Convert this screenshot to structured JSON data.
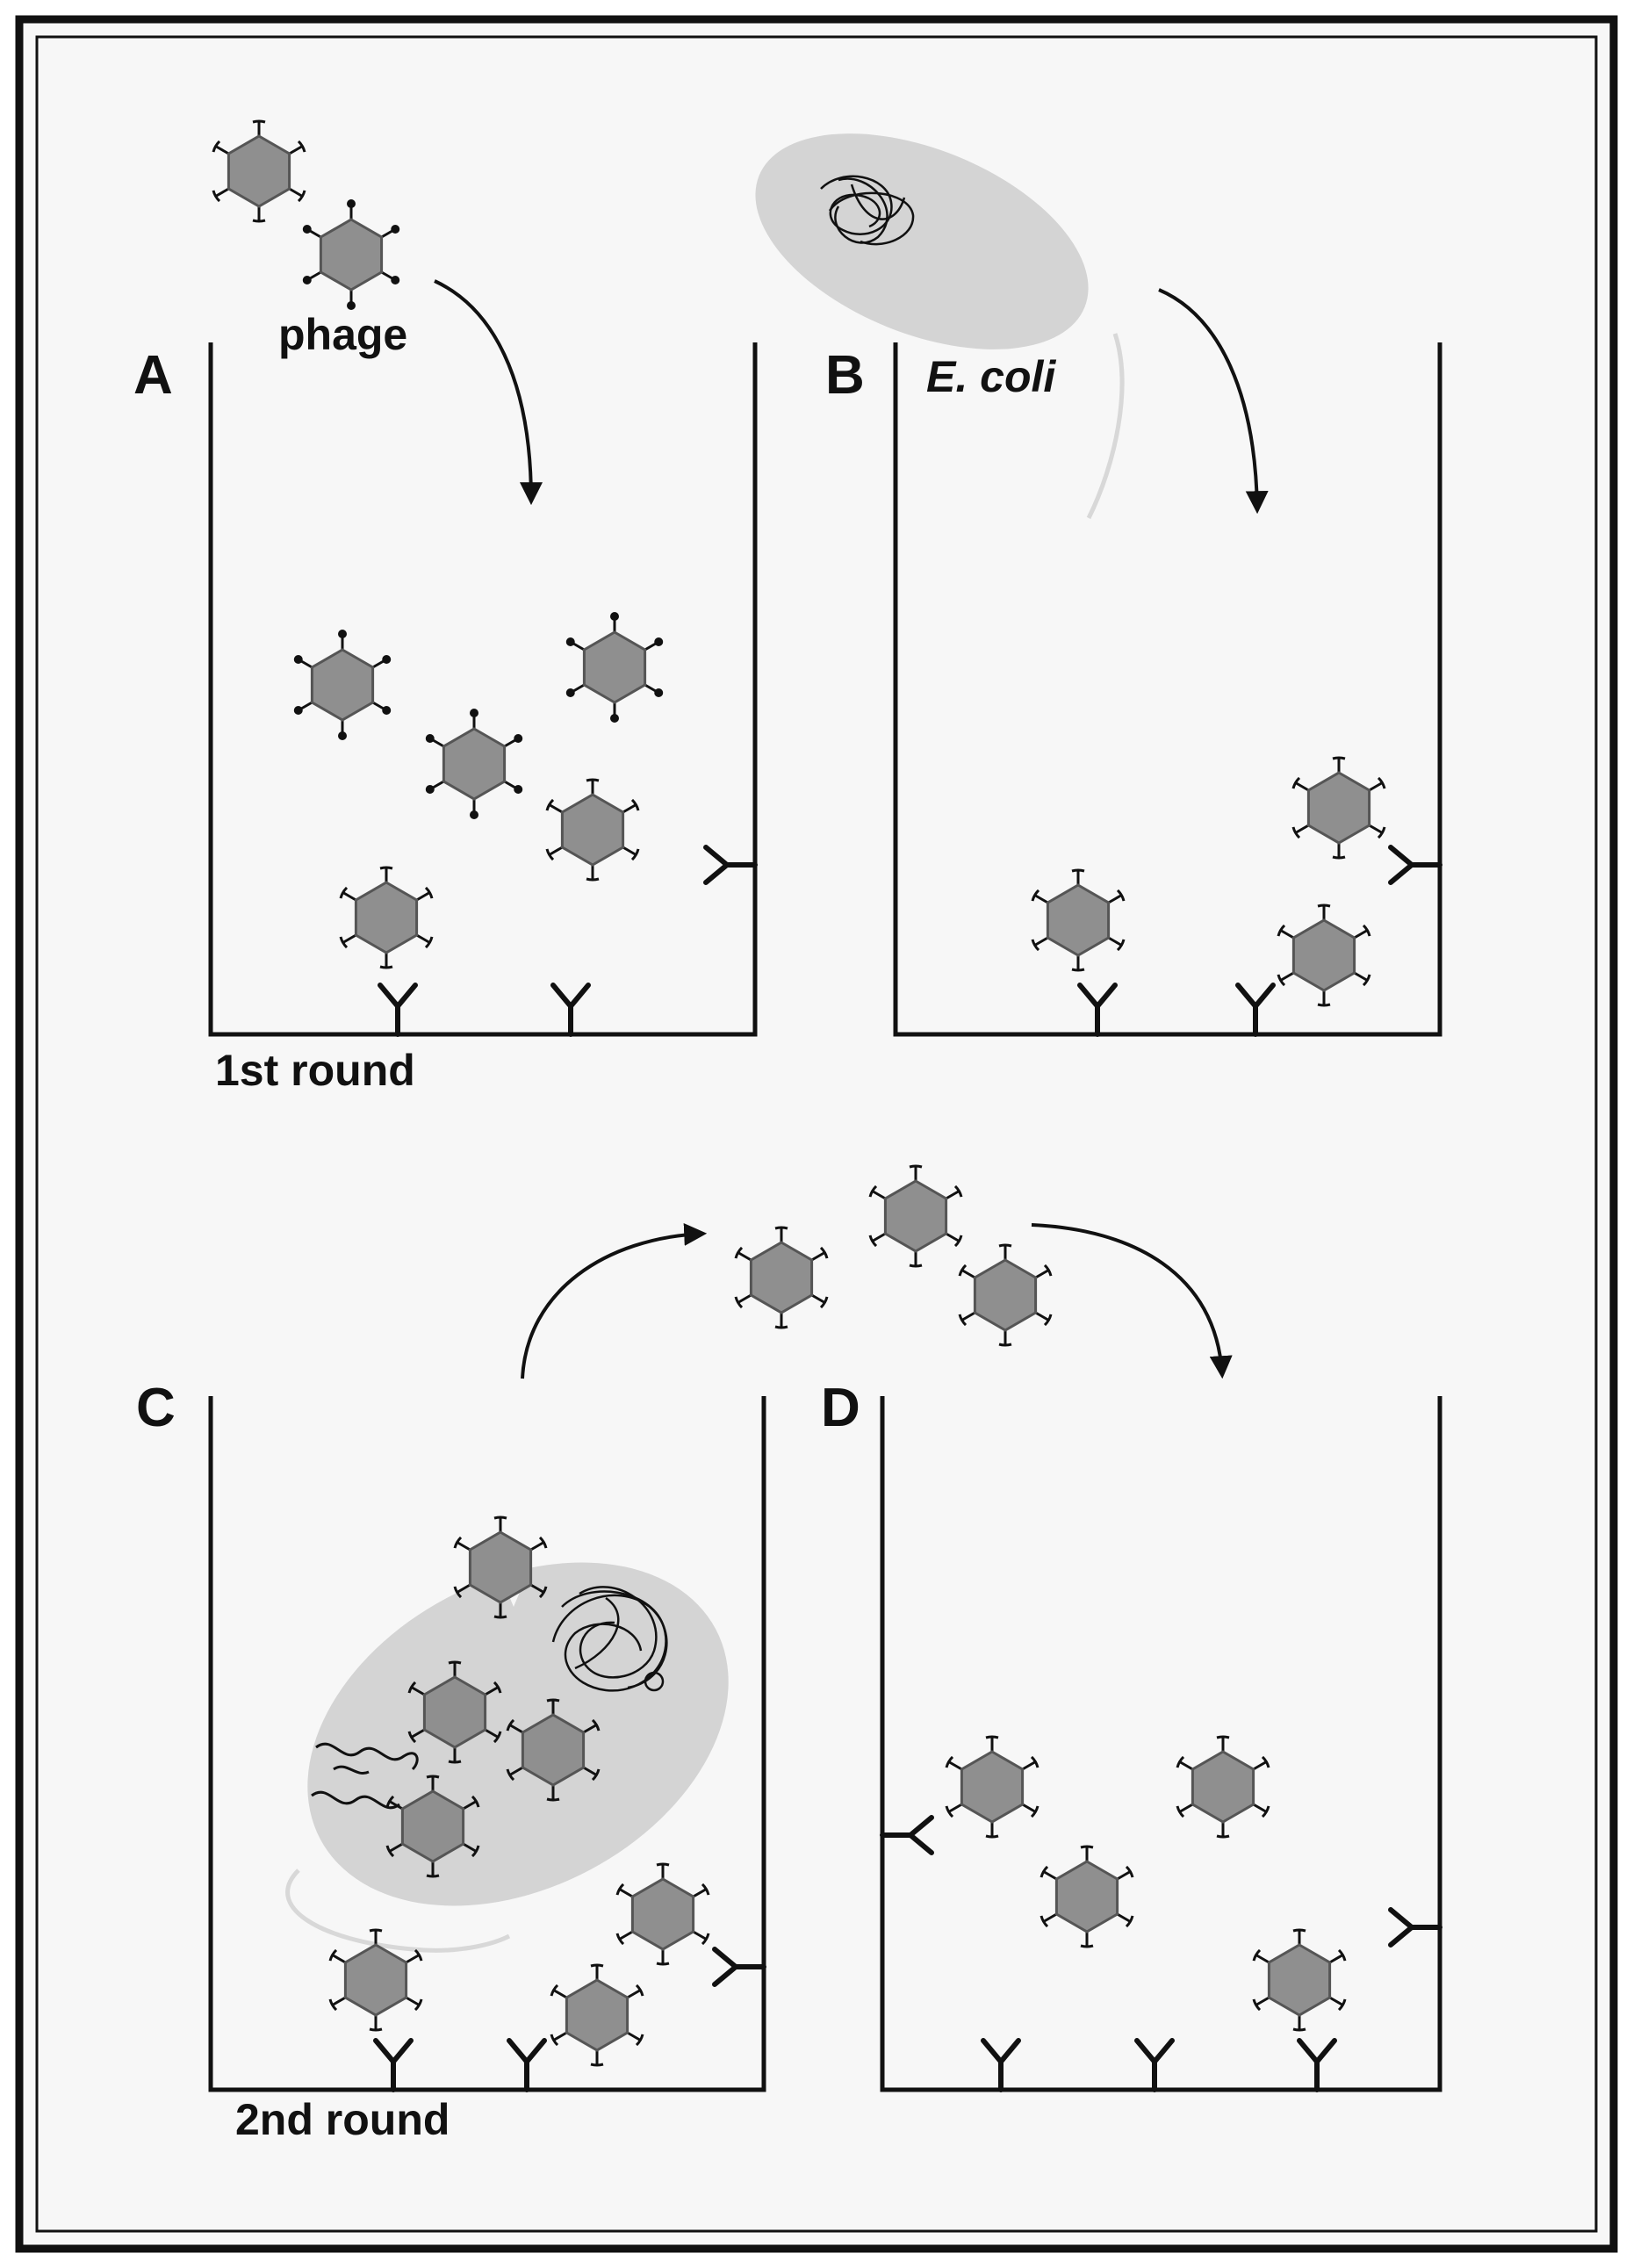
{
  "labels": {
    "panel_a": "A",
    "panel_b": "B",
    "panel_c": "C",
    "panel_d": "D",
    "phage": "phage",
    "ecoli": "E. coli",
    "round1": "1st round",
    "round2": "2nd round"
  },
  "colors": {
    "frame": "#111111",
    "phage_fill": "#8f8f8f",
    "cell_fill": "#d2d2d2",
    "line": "#111111",
    "background": "#f6f6f6"
  },
  "icons": [
    "phage-icon",
    "antibody-icon",
    "ecoli-cell-icon",
    "dna-coil-icon",
    "arrow-icon"
  ]
}
